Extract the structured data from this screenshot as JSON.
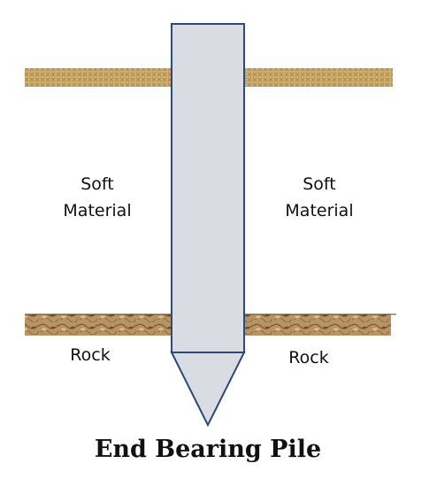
{
  "caption": "End Bearing Pile",
  "labels": {
    "soft_left_line1": "Soft",
    "soft_left_line2": "Material",
    "soft_right_line1": "Soft",
    "soft_right_line2": "Material",
    "rock_left": "Rock",
    "rock_right": "Rock"
  },
  "colors": {
    "pile_fill": "#d9dde3",
    "pile_outline": "#2e4a7a",
    "sand": "#c9a96a",
    "rock": "#b08a5a"
  }
}
